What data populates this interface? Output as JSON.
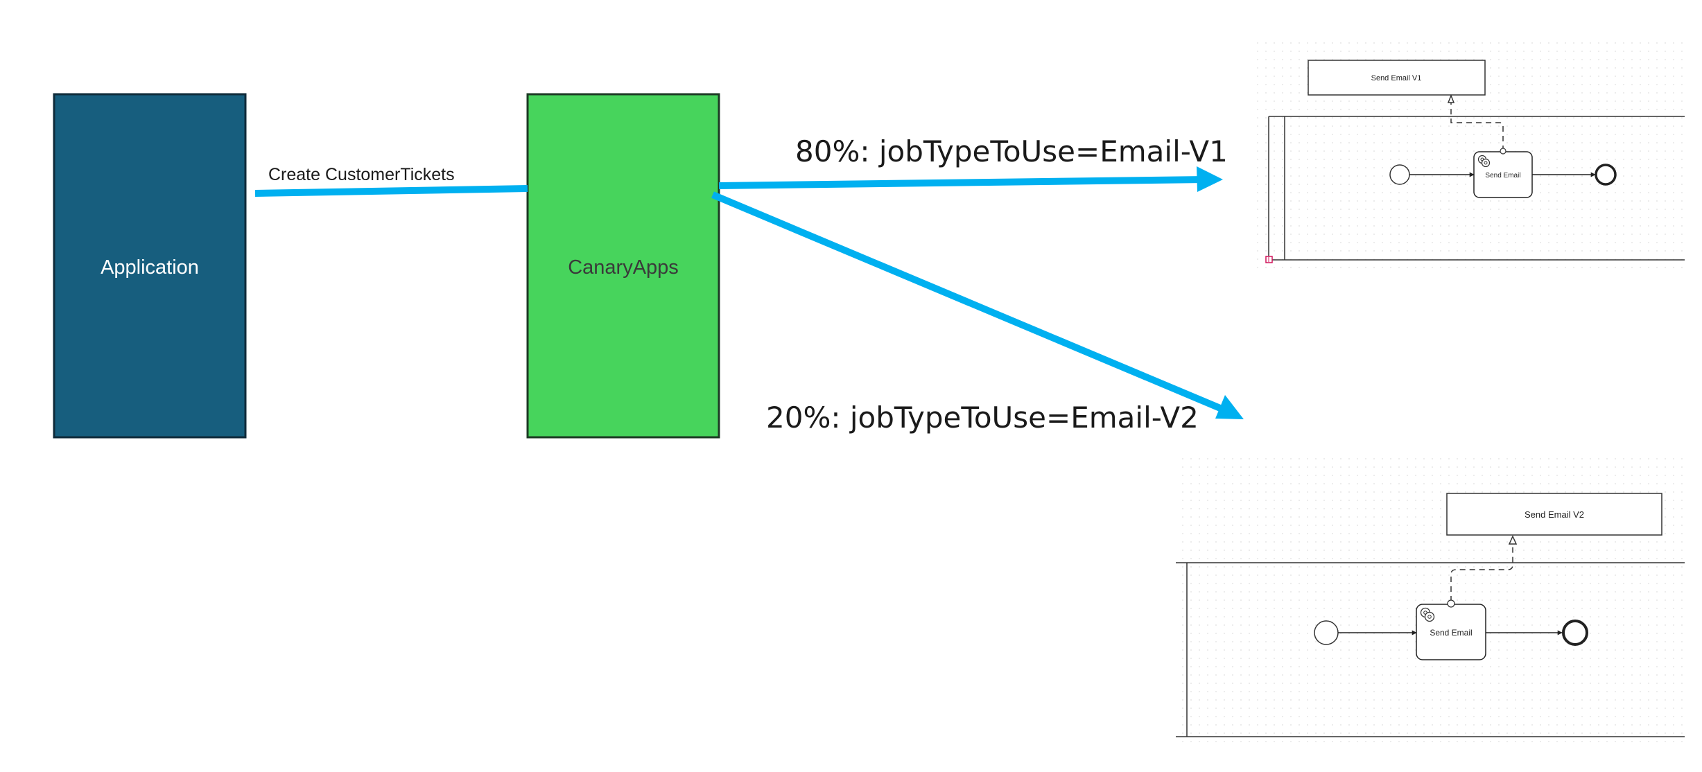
{
  "colors": {
    "application_fill": "#175e7e",
    "application_stroke": "#0f2b3a",
    "canary_fill": "#47d45c",
    "canary_stroke": "#1c3a24",
    "arrow": "#00b0f0",
    "bpmn_stroke": "#222222",
    "bpmn_thin": "#333333",
    "grid_dot": "#e6e6e6",
    "anchor": "#d0145a",
    "text_dark": "#1a1a1a",
    "text_white": "#ffffff",
    "text_grey": "#3a3a3a"
  },
  "nodes": {
    "application": {
      "label": "Application"
    },
    "canary": {
      "label": "CanaryApps"
    }
  },
  "edges": {
    "create_tickets": {
      "label": "Create CustomerTickets"
    },
    "route_v1": {
      "label": "80%: jobTypeToUse=Email-V1"
    },
    "route_v2": {
      "label": "20%: jobTypeToUse=Email-V2"
    }
  },
  "process_v1": {
    "annotation": "Send Email V1",
    "task": "Send Email",
    "task_icon": "gear-icon"
  },
  "process_v2": {
    "annotation": "Send Email V2",
    "task": "Send Email",
    "task_icon": "gear-icon"
  }
}
